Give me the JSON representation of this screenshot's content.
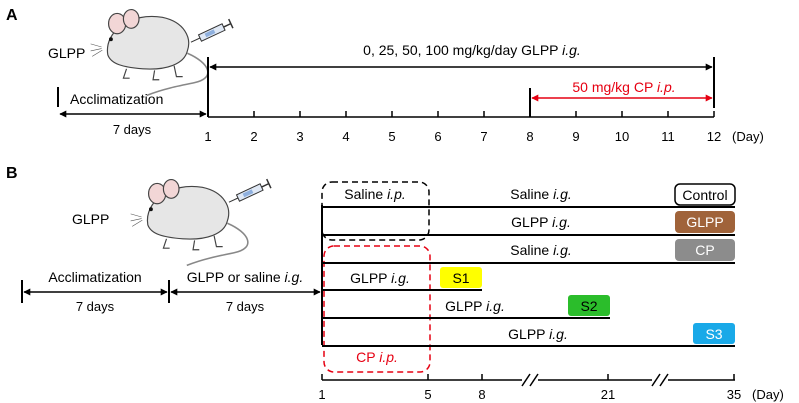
{
  "colors": {
    "red": "#e60012",
    "glpp_box": "#a0633a",
    "cp_box": "#8c8c8c",
    "s1_box": "#ffff00",
    "s2_box": "#2bbd2b",
    "s3_box": "#19a9e8",
    "line": "#000000"
  },
  "panel_a": {
    "letter": "A",
    "mouse_label": "GLPP",
    "mouse_icon": "mouse-icon",
    "syringe_icon": "syringe-icon",
    "acclim_label": "Acclimatization",
    "acclim_days": "7 days",
    "dose_label": "0, 25, 50, 100 mg/kg/day GLPP",
    "dose_route": "i.g.",
    "cp_label": "50 mg/kg CP",
    "cp_route": "i.p.",
    "ticks": [
      "1",
      "2",
      "3",
      "4",
      "5",
      "6",
      "7",
      "8",
      "9",
      "10",
      "11",
      "12"
    ],
    "unit": "(Day)"
  },
  "panel_b": {
    "letter": "B",
    "mouse_label": "GLPP",
    "mouse_icon": "mouse-icon",
    "syringe_icon": "syringe-icon",
    "acclim_label": "Acclimatization",
    "acclim_days": "7 days",
    "pre_label": "GLPP or saline",
    "pre_route": "i.g.",
    "pre_days": "7 days",
    "saline_ip": "Saline",
    "saline_ip_route": "i.p.",
    "cp_ip": "CP",
    "cp_ip_route": "i.p.",
    "rows": [
      {
        "text": "Saline",
        "route": "i.g.",
        "group": "Control"
      },
      {
        "text": "GLPP",
        "route": "i.g.",
        "group": "GLPP"
      },
      {
        "text": "Saline",
        "route": "i.g.",
        "group": "CP"
      },
      {
        "text": "GLPP",
        "route": "i.g.",
        "group": "S1"
      },
      {
        "text": "GLPP",
        "route": "i.g.",
        "group": "S2"
      },
      {
        "text": "GLPP",
        "route": "i.g.",
        "group": "S3"
      }
    ],
    "ticks": [
      "1",
      "5",
      "8",
      "21",
      "35"
    ],
    "unit": "(Day)"
  }
}
